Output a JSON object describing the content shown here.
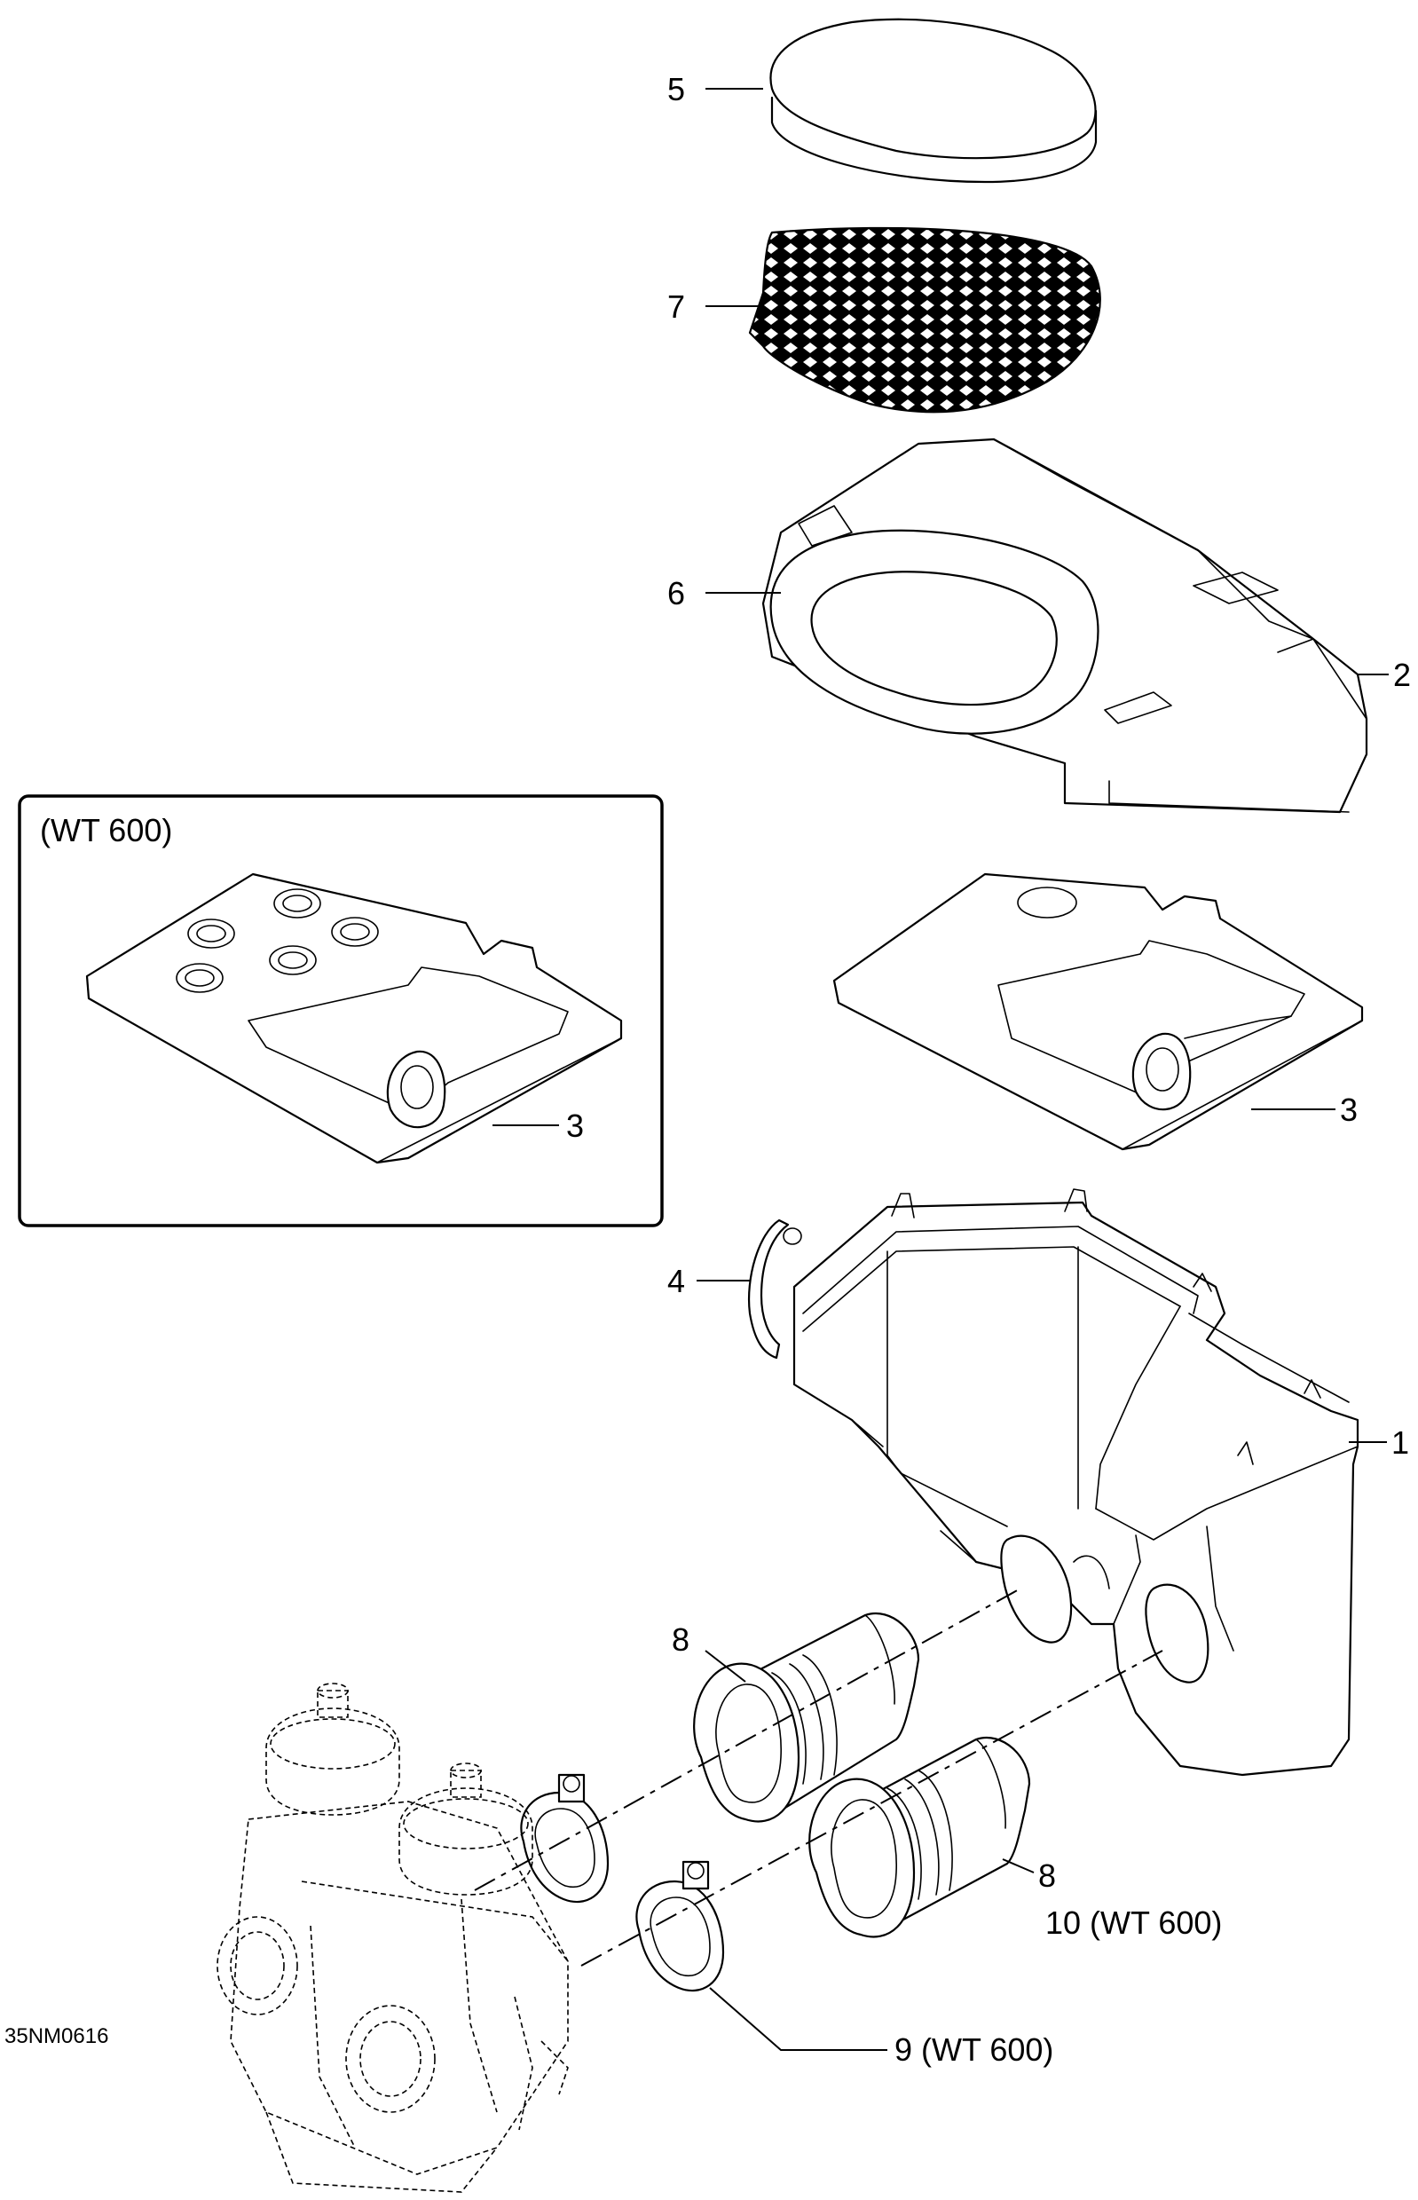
{
  "drawing_code": "35NM0616",
  "inset_title": "(WT 600)",
  "callouts": {
    "c1": "1",
    "c2": "2",
    "c3_main": "3",
    "c3_inset": "3",
    "c4": "4",
    "c5": "5",
    "c6": "6",
    "c7": "7",
    "c8_upper": "8",
    "c8_lower": "8",
    "c10": "10 (WT 600)",
    "c9": "9 (WT 600)"
  }
}
